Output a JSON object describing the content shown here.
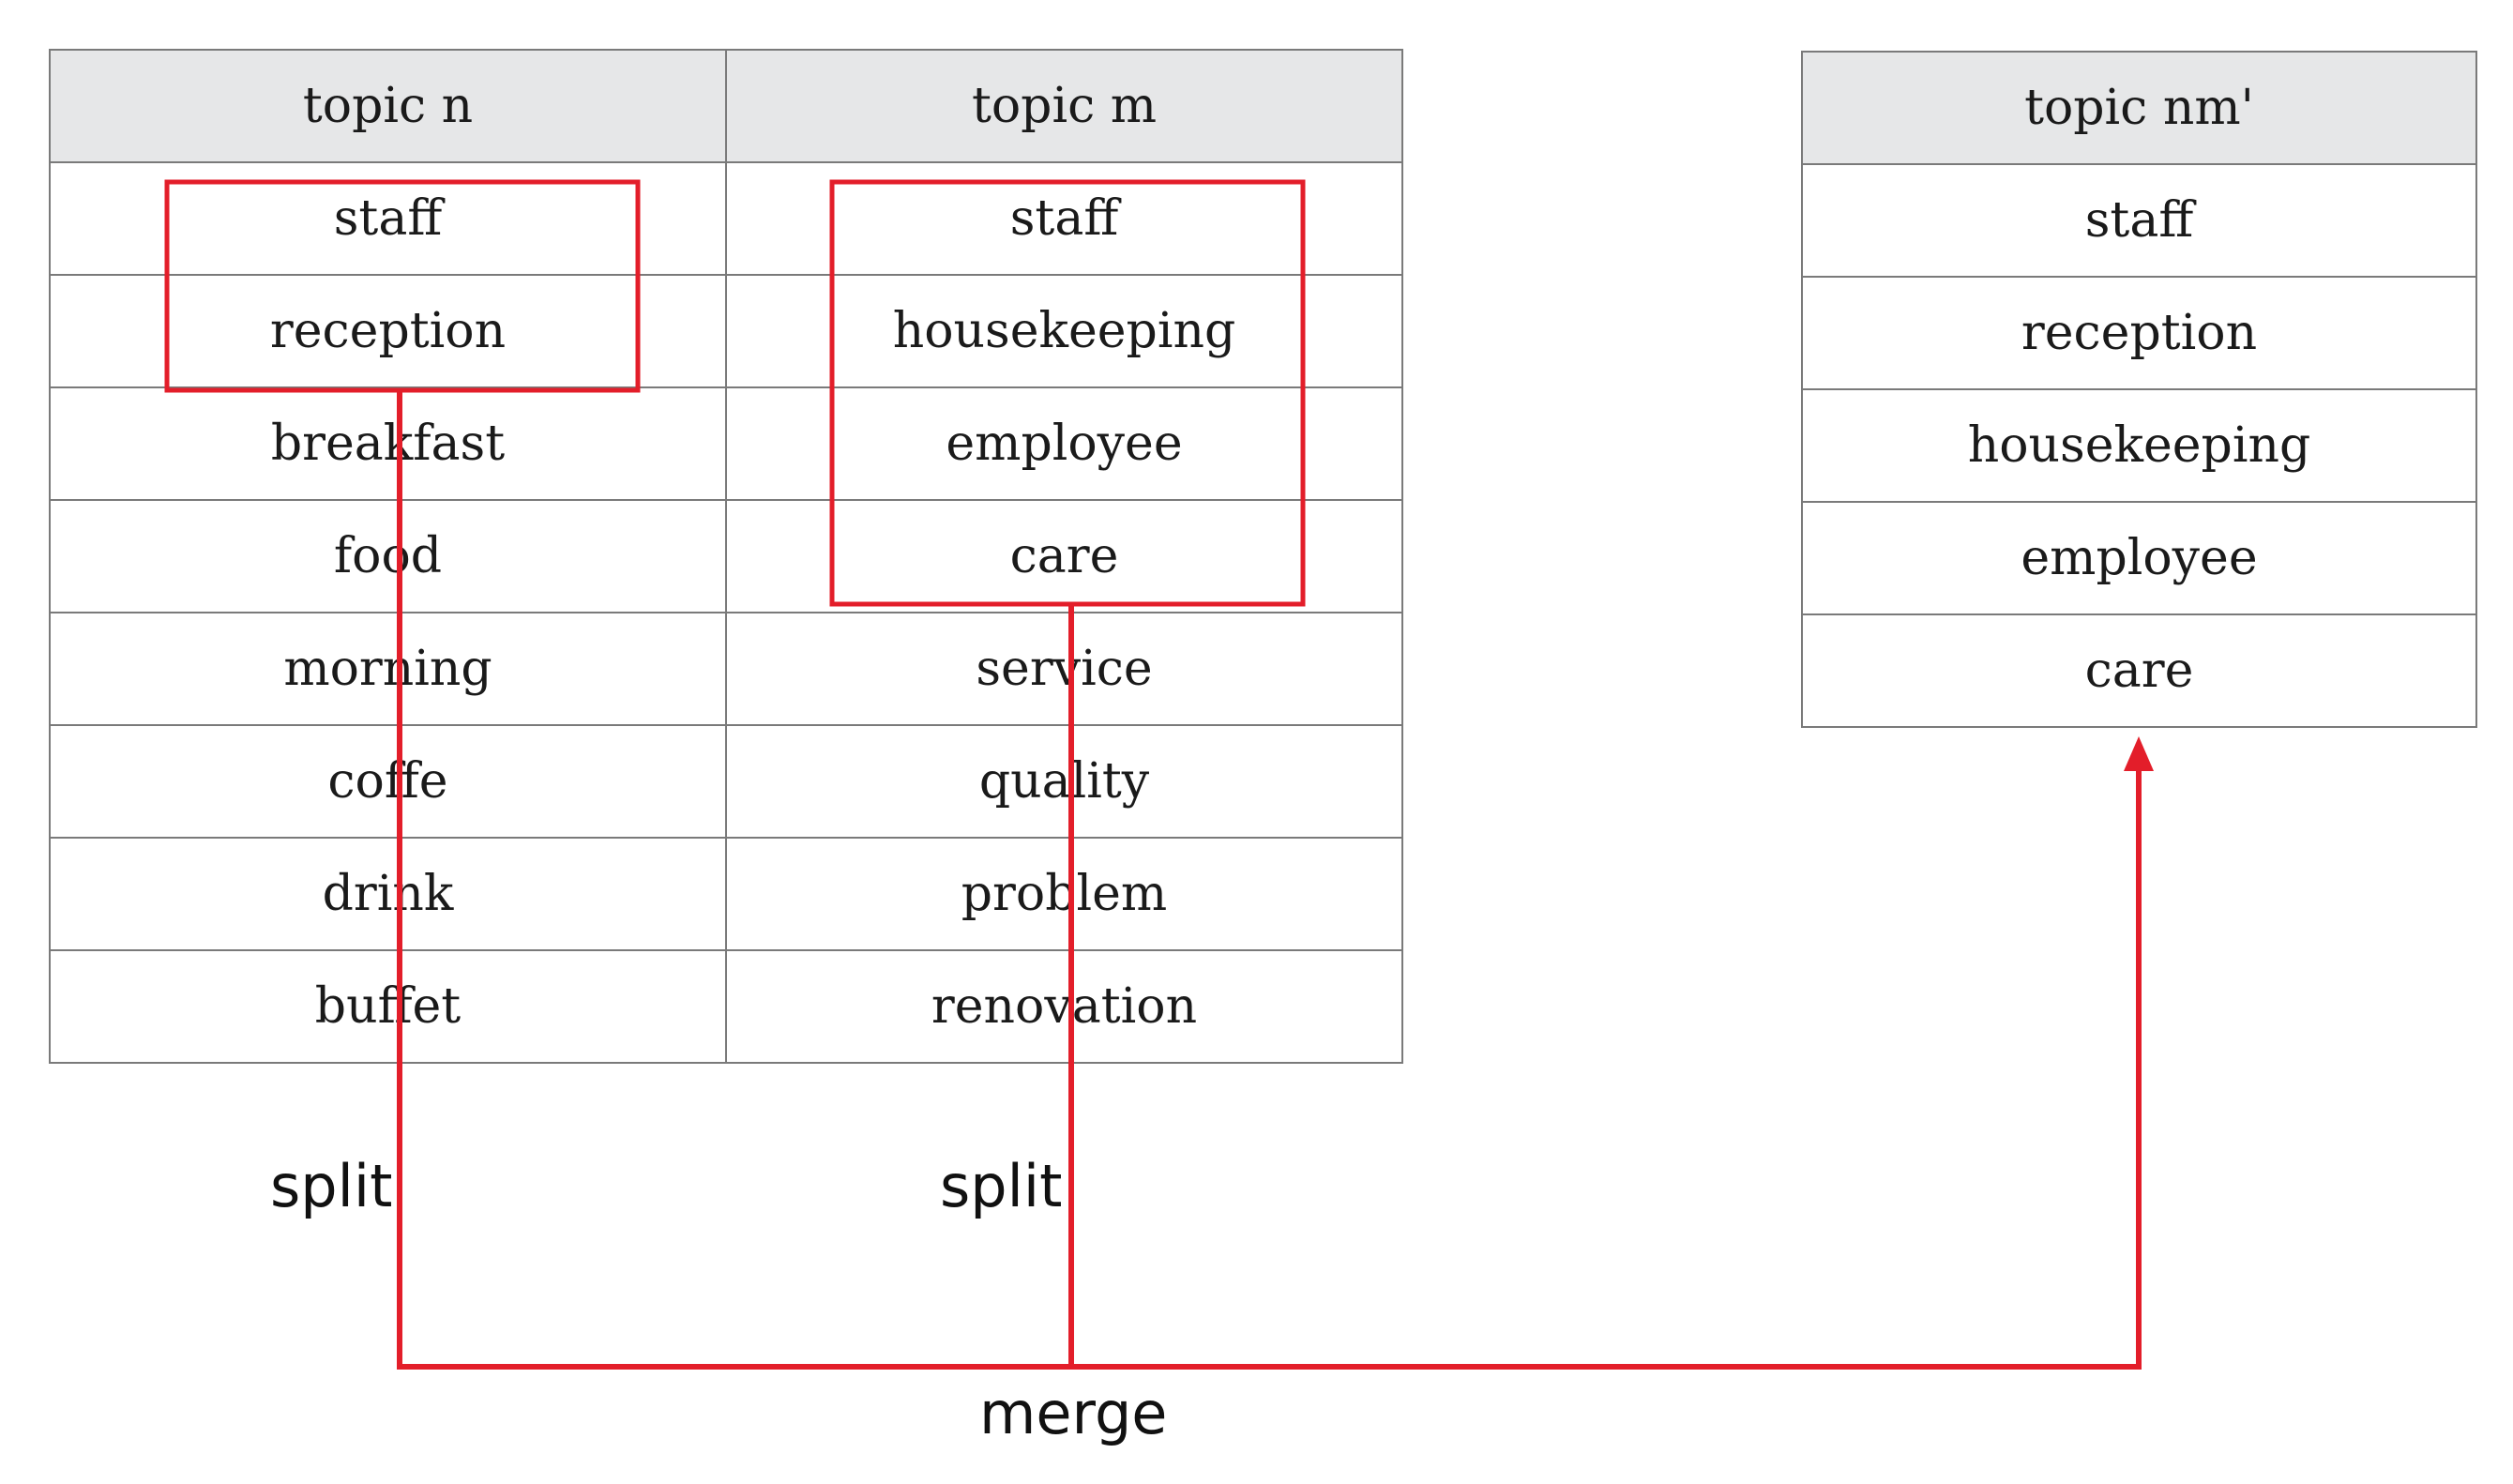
{
  "table_left": {
    "headers": [
      "topic n",
      "topic m"
    ],
    "rows": [
      [
        "staff",
        "staff"
      ],
      [
        "reception",
        "housekeeping"
      ],
      [
        "breakfast",
        "employee"
      ],
      [
        "food",
        "care"
      ],
      [
        "morning",
        "service"
      ],
      [
        "coffe",
        "quality"
      ],
      [
        "drink",
        "problem"
      ],
      [
        "buffet",
        "renovation"
      ]
    ]
  },
  "table_right": {
    "header": "topic nm'",
    "rows": [
      "staff",
      "reception",
      "housekeeping",
      "employee",
      "care"
    ]
  },
  "labels": {
    "split_n": "split",
    "split_m": "split",
    "merge": "merge"
  },
  "colors": {
    "highlight": "#e31e2a",
    "header_bg": "#e6e7e8",
    "grid": "#7a7a7a"
  }
}
